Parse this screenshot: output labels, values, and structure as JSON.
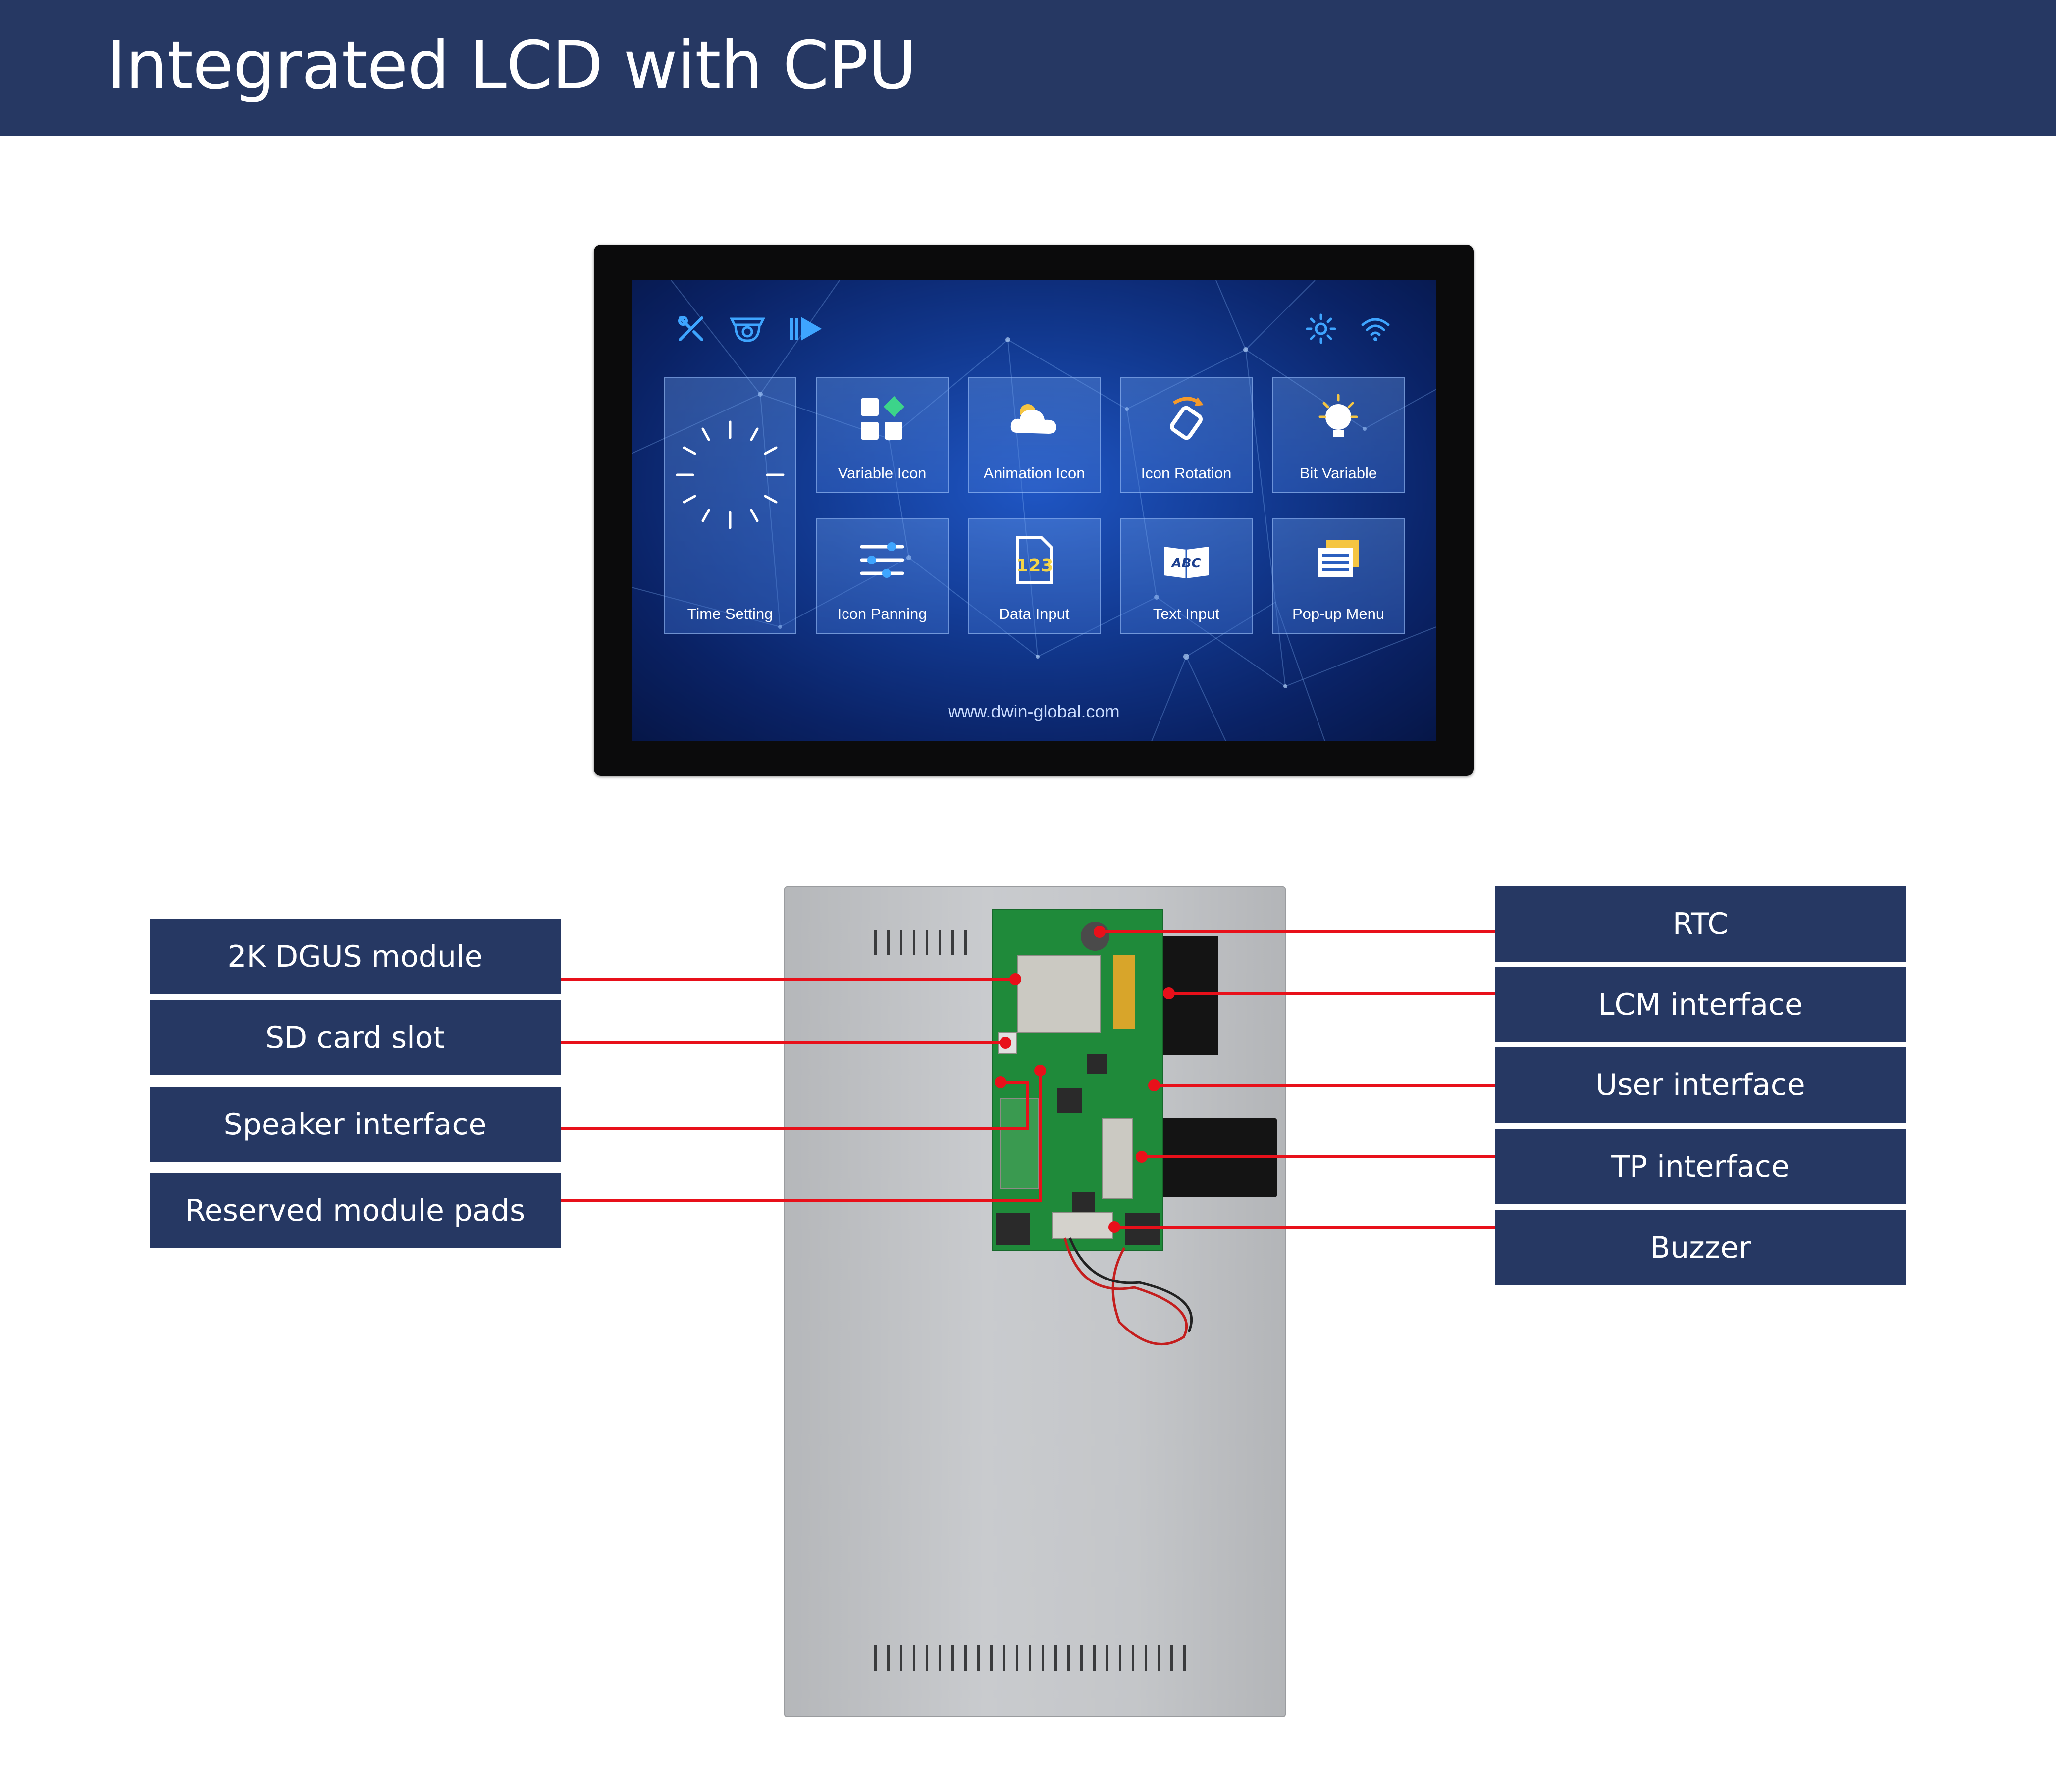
{
  "header": {
    "title": "Integrated LCD with CPU"
  },
  "front_view": {
    "top_icons_left": [
      "tools-icon",
      "camera-icon",
      "play-icon"
    ],
    "top_icons_right": [
      "brightness-icon",
      "wifi-icon"
    ],
    "tiles": [
      {
        "id": "time-setting",
        "label": "Time Setting",
        "icon": "clock-icon"
      },
      {
        "id": "variable-icon",
        "label": "Variable Icon",
        "icon": "grid-icon"
      },
      {
        "id": "animation-icon",
        "label": "Animation Icon",
        "icon": "cloud-icon"
      },
      {
        "id": "icon-rotation",
        "label": "Icon Rotation",
        "icon": "rotate-icon"
      },
      {
        "id": "bit-variable",
        "label": "Bit Variable",
        "icon": "bulb-icon"
      },
      {
        "id": "icon-panning",
        "label": "Icon Panning",
        "icon": "sliders-icon"
      },
      {
        "id": "data-input",
        "label": "Data Input",
        "icon": "number-icon"
      },
      {
        "id": "text-input",
        "label": "Text Input",
        "icon": "book-icon"
      },
      {
        "id": "pop-up-menu",
        "label": "Pop-up Menu",
        "icon": "menu-icon"
      }
    ],
    "url": "www.dwin-global.com"
  },
  "callouts": {
    "left": [
      "2K DGUS module",
      "SD card slot",
      "Speaker interface",
      "Reserved module pads"
    ],
    "right": [
      "RTC",
      "LCM interface",
      "User interface",
      "TP interface",
      "Buzzer"
    ]
  },
  "colors": {
    "header": "#263863",
    "label_bg": "#263863",
    "leader": "#e8101a",
    "screen": "#123a92"
  }
}
